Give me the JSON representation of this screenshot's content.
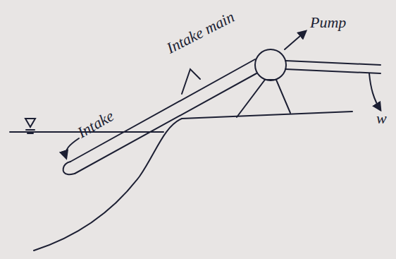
{
  "diagram": {
    "labels": [
      "Intake main",
      "Intake",
      "Pump",
      "w"
    ]
  }
}
